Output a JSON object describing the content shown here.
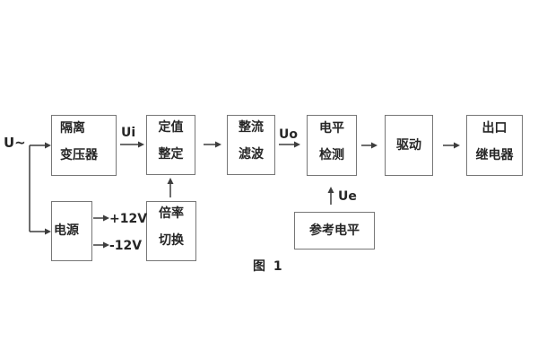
{
  "figure": {
    "caption": "图 1",
    "colors": {
      "background": "#ffffff",
      "box_border": "#777777",
      "line": "#3d3d3d",
      "text": "#262626"
    }
  },
  "signal_labels": {
    "input": "U~",
    "ui": "Ui",
    "uo": "Uo",
    "ue": "Ue",
    "rail_positive": "+12V",
    "rail_negative": "-12V"
  },
  "blocks": {
    "isolation_transformer": {
      "line1": "隔离",
      "line2": "变压器"
    },
    "setpoint_adjustment": {
      "line1": "定值",
      "line2": "整定"
    },
    "rectifier_filter": {
      "line1": "整流",
      "line2": "滤波"
    },
    "level_detection": {
      "line1": "电平",
      "line2": "检测"
    },
    "driver": {
      "label": "驱动"
    },
    "output_relay": {
      "line1": "出口",
      "line2": "继电器"
    },
    "power_supply": {
      "label": "电源"
    },
    "ratio_switch": {
      "line1": "倍率",
      "line2": "切换"
    },
    "reference_level": {
      "label": "参考电平"
    }
  }
}
